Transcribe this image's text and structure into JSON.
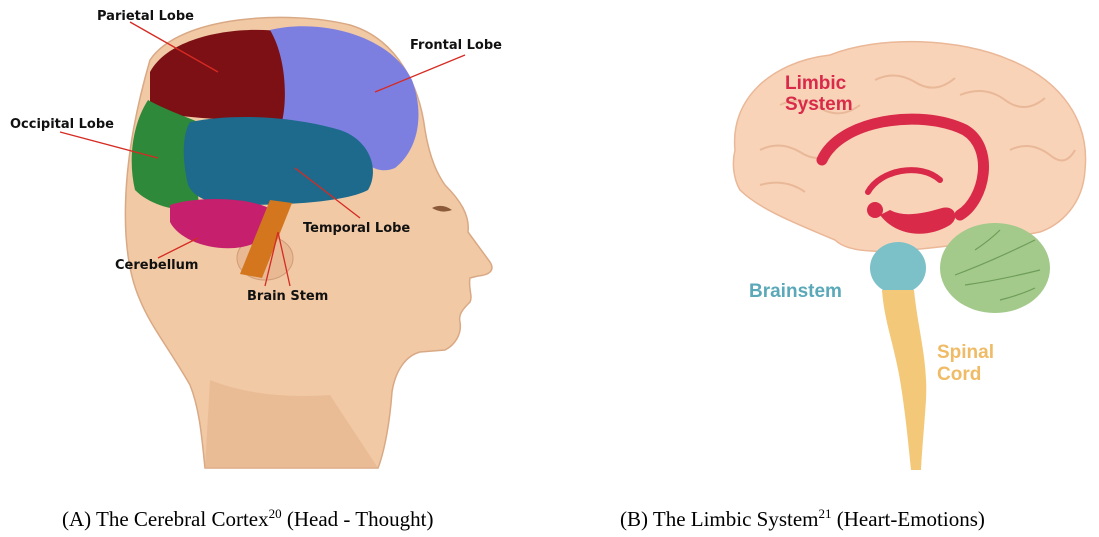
{
  "panel_a": {
    "labels": {
      "parietal": "Parietal Lobe",
      "frontal": "Frontal Lobe",
      "occipital": "Occipital Lobe",
      "temporal": "Temporal Lobe",
      "cerebellum": "Cerebellum",
      "brain_stem": "Brain Stem"
    },
    "caption": {
      "prefix": "(A)  The Cerebral Cortex",
      "sup": "20",
      "suffix": " (Head - Thought)"
    }
  },
  "panel_b": {
    "labels": {
      "limbic_line1": "Limbic",
      "limbic_line2": "System",
      "brainstem": "Brainstem",
      "spinal_line1": "Spinal",
      "spinal_line2": "Cord"
    },
    "caption": {
      "prefix": "(B) The Limbic System",
      "sup": "21",
      "suffix": " (Heart-Emotions)"
    }
  },
  "colors": {
    "skin": "#f1c9a4",
    "parietal": "#7c1015",
    "frontal": "#7d7fe0",
    "occipital": "#2e8a3a",
    "temporal": "#1d6a8c",
    "cerebellum": "#c51f6d",
    "brain_stem": "#d4761e",
    "leader": "#d62a22",
    "limbic_red": "#d92a4a",
    "brain_peach": "#f8d3b8",
    "brainstem_teal": "#7cc0c8",
    "brainstem_text": "#5aa8b8",
    "spinal_yellow": "#f3c879",
    "spinal_text": "#f0bb66",
    "cerebellum_green": "#a3c98b"
  }
}
